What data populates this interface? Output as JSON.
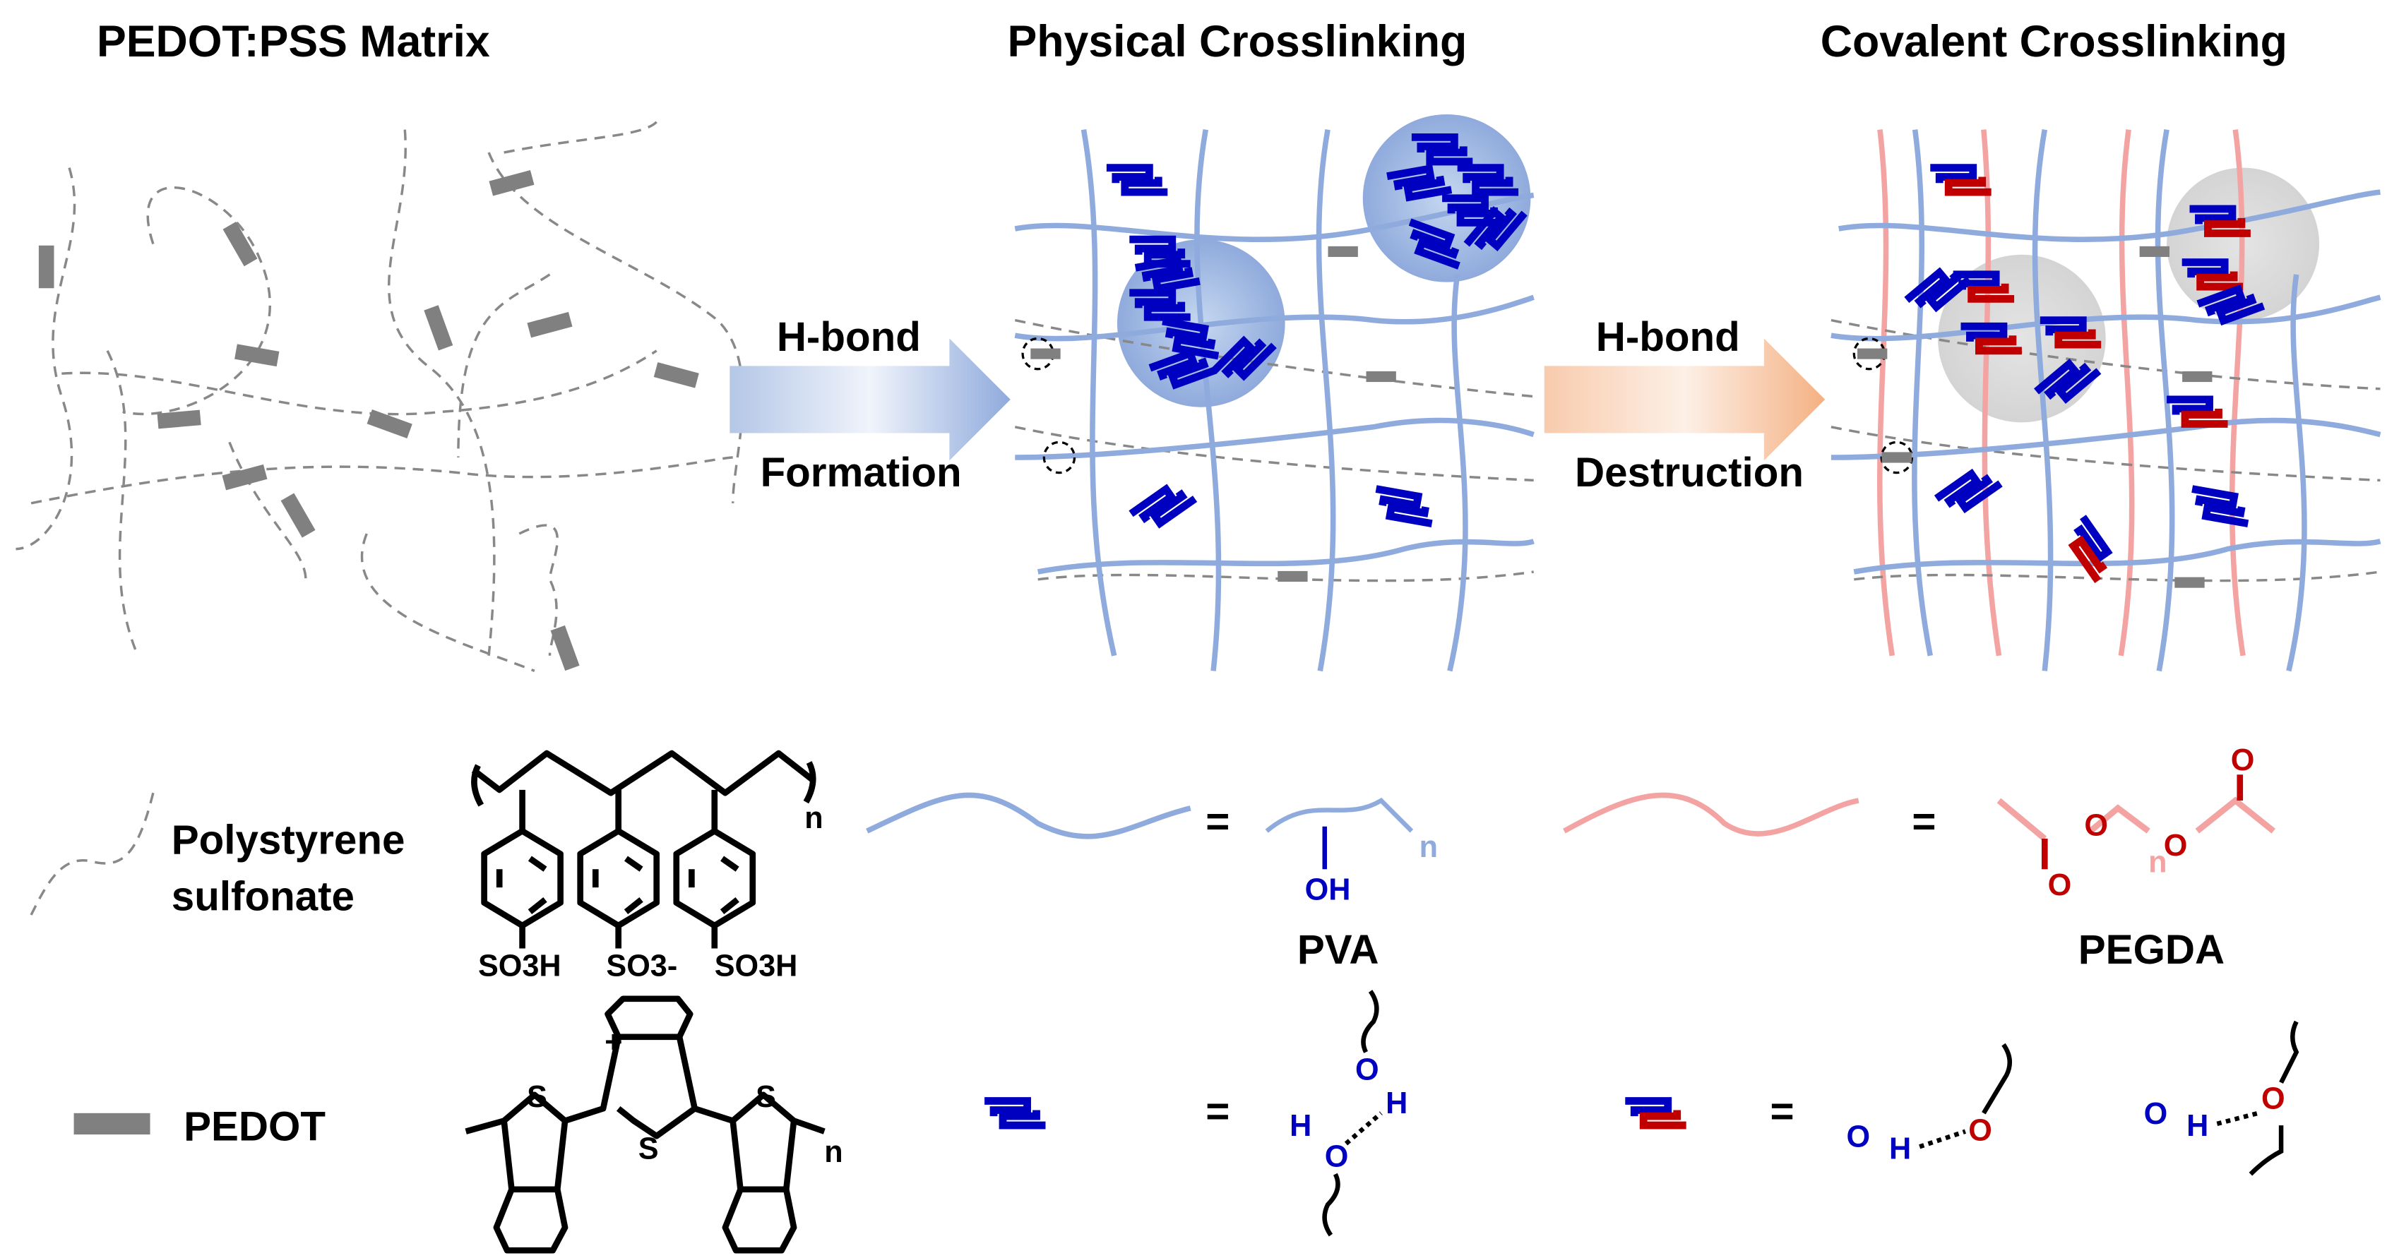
{
  "titles": {
    "matrix": "PEDOT:PSS Matrix",
    "physical": "Physical Crosslinking",
    "covalent": "Covalent Crosslinking"
  },
  "arrows": {
    "formation": {
      "top": "H-bond",
      "bottom": "Formation",
      "color": "#9db3e0"
    },
    "destruction": {
      "top": "H-bond",
      "bottom": "Destruction",
      "color": "#f4b183"
    }
  },
  "legend": {
    "pss_label_1": "Polystyrene",
    "pss_label_2": "sulfonate",
    "pedot_label": "PEDOT",
    "pva_label": "PVA",
    "pegda_label": "PEGDA",
    "equals": "=",
    "pss_groups": [
      "SO3H",
      "SO3-",
      "SO3H"
    ],
    "repeat_n": "n",
    "oh": "OH",
    "atoms": {
      "O": "O",
      "H": "H",
      "S": "S",
      "plus": "+"
    }
  },
  "colors": {
    "pva_blue": "#0000c0",
    "pegda_red": "#c00000",
    "pva_chain": "#8faadc",
    "pegda_chain": "#f4a3a3",
    "pedot_gray": "#808080"
  }
}
